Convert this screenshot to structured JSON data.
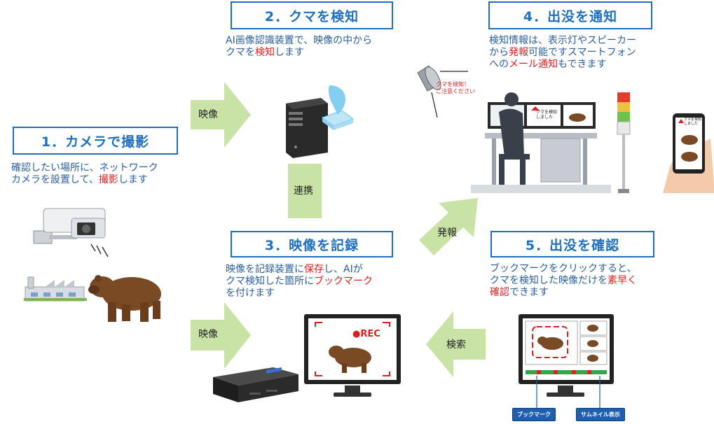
{
  "steps": {
    "s1": {
      "title": "1．カメラで撮影",
      "line1": "確認したい場所に、ネットワーク",
      "line2_pre": "カメラを設置して、",
      "line2_red": "撮影",
      "line2_post": "します"
    },
    "s2": {
      "title": "2．クマを検知",
      "line1": "AI画像認識装置で、映像の中から",
      "line2_pre": "クマを",
      "line2_red": "検知",
      "line2_post": "します"
    },
    "s3": {
      "title": "3．映像を記録",
      "line1_pre": "映像を記録装置に",
      "line1_red": "保存",
      "line1_post": "し、AIが",
      "line2_pre": "クマ検知した箇所に",
      "line2_red": "ブックマーク",
      "line3": "を付けます"
    },
    "s4": {
      "title": "4．出没を通知",
      "line1": "検知情報は、表示灯やスピーカー",
      "line2_pre": "から",
      "line2_red": "発報",
      "line2_post": "可能ですスマートフォン",
      "line3_pre": "への",
      "line3_red": "メール通知",
      "line3_post": "もできます"
    },
    "s5": {
      "title": "5．出没を確認",
      "line1": "ブックマークをクリックすると、",
      "line2_pre": "クマを検知した映像だけを",
      "line2_red": "素早く",
      "line3_red": "確認",
      "line3_post": "できます"
    }
  },
  "arrows": {
    "video_top": "映像",
    "link": "連携",
    "video_bottom": "映像",
    "alert": "発報",
    "search": "検索"
  },
  "labels": {
    "rec": "●REC",
    "speaker_line1": "クマを検知！",
    "speaker_line2": "ご注意ください",
    "screen_alert1": "クマを検知",
    "screen_alert2": "しました",
    "bookmark": "ブックマーク",
    "thumbnail": "サムネイル表示"
  },
  "colors": {
    "title_blue": "#1f6fbf",
    "text_blue": "#2a5fa0",
    "highlight_red": "#e02020",
    "arrow_green": "#c9e2a6",
    "callout_blue": "#1f5fb0"
  }
}
